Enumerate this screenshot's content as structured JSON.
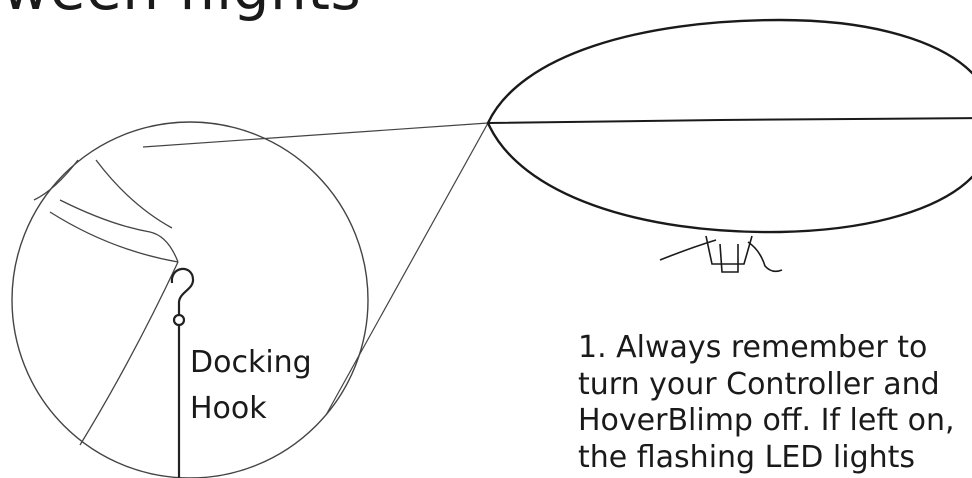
{
  "heading": {
    "text": "ween flights"
  },
  "callout": {
    "label_line1": "Docking",
    "label_line2": "Hook"
  },
  "instructions": {
    "lines": [
      "1. Always remember to",
      "turn your Controller and",
      "HoverBlimp off. If left on,",
      "the flashing LED lights"
    ]
  },
  "colors": {
    "ink": "#1a1a1a",
    "thin_line": "#444444",
    "background": "#ffffff"
  }
}
